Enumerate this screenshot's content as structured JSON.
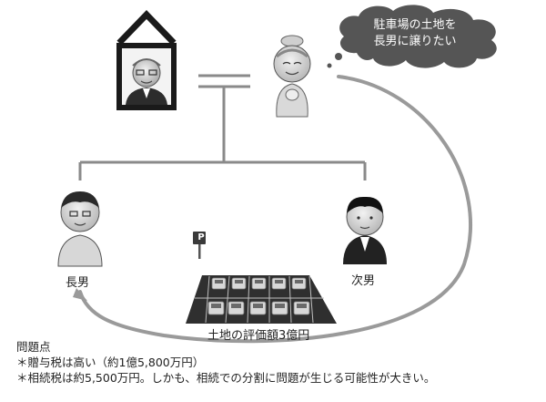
{
  "speech_bubble": {
    "line1": "駐車場の土地を",
    "line2": "長男に譲りたい"
  },
  "people": {
    "eldest_son": "長男",
    "second_son": "次男"
  },
  "parking_sign": "P",
  "land_caption": "土地の評価額3億円",
  "problems": {
    "heading": "問題点",
    "items": [
      "＊贈与税は高い（約1億5,800万円）",
      "＊相続税は約5,500万円。しかも、相続での分割に問題が生じる可能性が大きい。"
    ]
  }
}
